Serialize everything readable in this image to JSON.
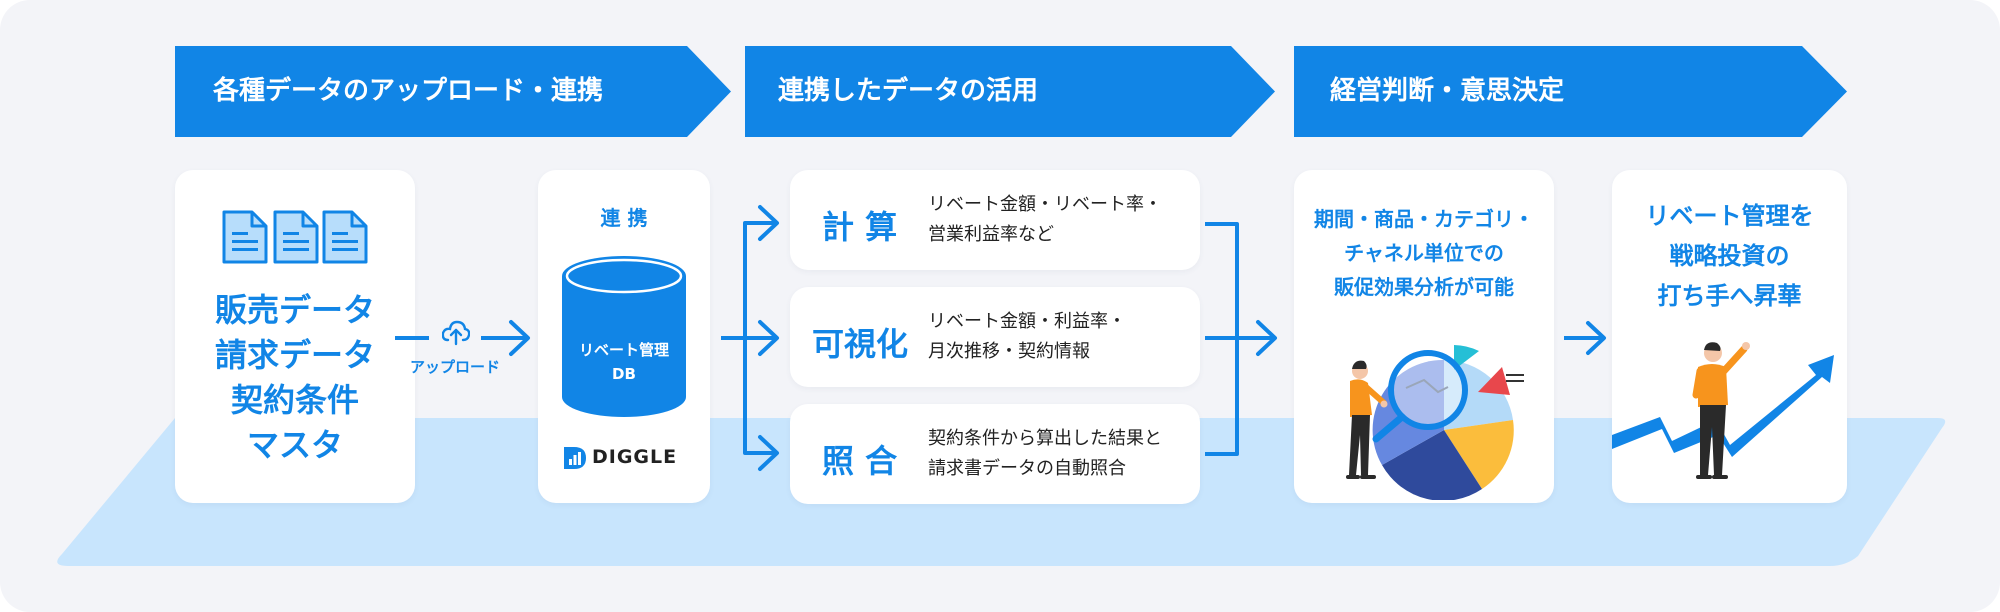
{
  "banners": [
    {
      "label": "各種データのアップロード・連携"
    },
    {
      "label": "連携したデータの活用"
    },
    {
      "label": "経営判断・意思決定"
    }
  ],
  "source": {
    "lines": [
      "販売データ",
      "請求データ",
      "契約条件",
      "マスタ"
    ],
    "doc_icon": "document-icon"
  },
  "upload": {
    "label": "アップロード",
    "icon": "cloud-upload-icon"
  },
  "integration": {
    "title": "連 携",
    "db_label_line1": "リベート管理",
    "db_label_line2": "DB",
    "logo_text": "DIGGLE"
  },
  "features": [
    {
      "title": "計 算",
      "desc_line1": "リベート金額・リベート率・",
      "desc_line2": "営業利益率など"
    },
    {
      "title": "可視化",
      "desc_line1": "リベート金額・利益率・",
      "desc_line2": "月次推移・契約情報"
    },
    {
      "title": "照 合",
      "desc_line1": "契約条件から算出した結果と",
      "desc_line2": "請求書データの自動照合"
    }
  ],
  "analysis": {
    "lines": [
      "期間・商品・カテゴリ・",
      "チャネル単位での",
      "販促効果分析が可能"
    ],
    "illustration": "analyst-magnifier-pie-illustration"
  },
  "strategy": {
    "lines": [
      "リベート管理を",
      "戦略投資の",
      "打ち手へ昇華"
    ],
    "illustration": "person-rising-arrow-illustration"
  },
  "colors": {
    "accent": "#1185e6",
    "platform": "#c8e5fd",
    "background": "#f3f4f8",
    "orange": "#f7941d",
    "navy": "#2f4a9c"
  }
}
